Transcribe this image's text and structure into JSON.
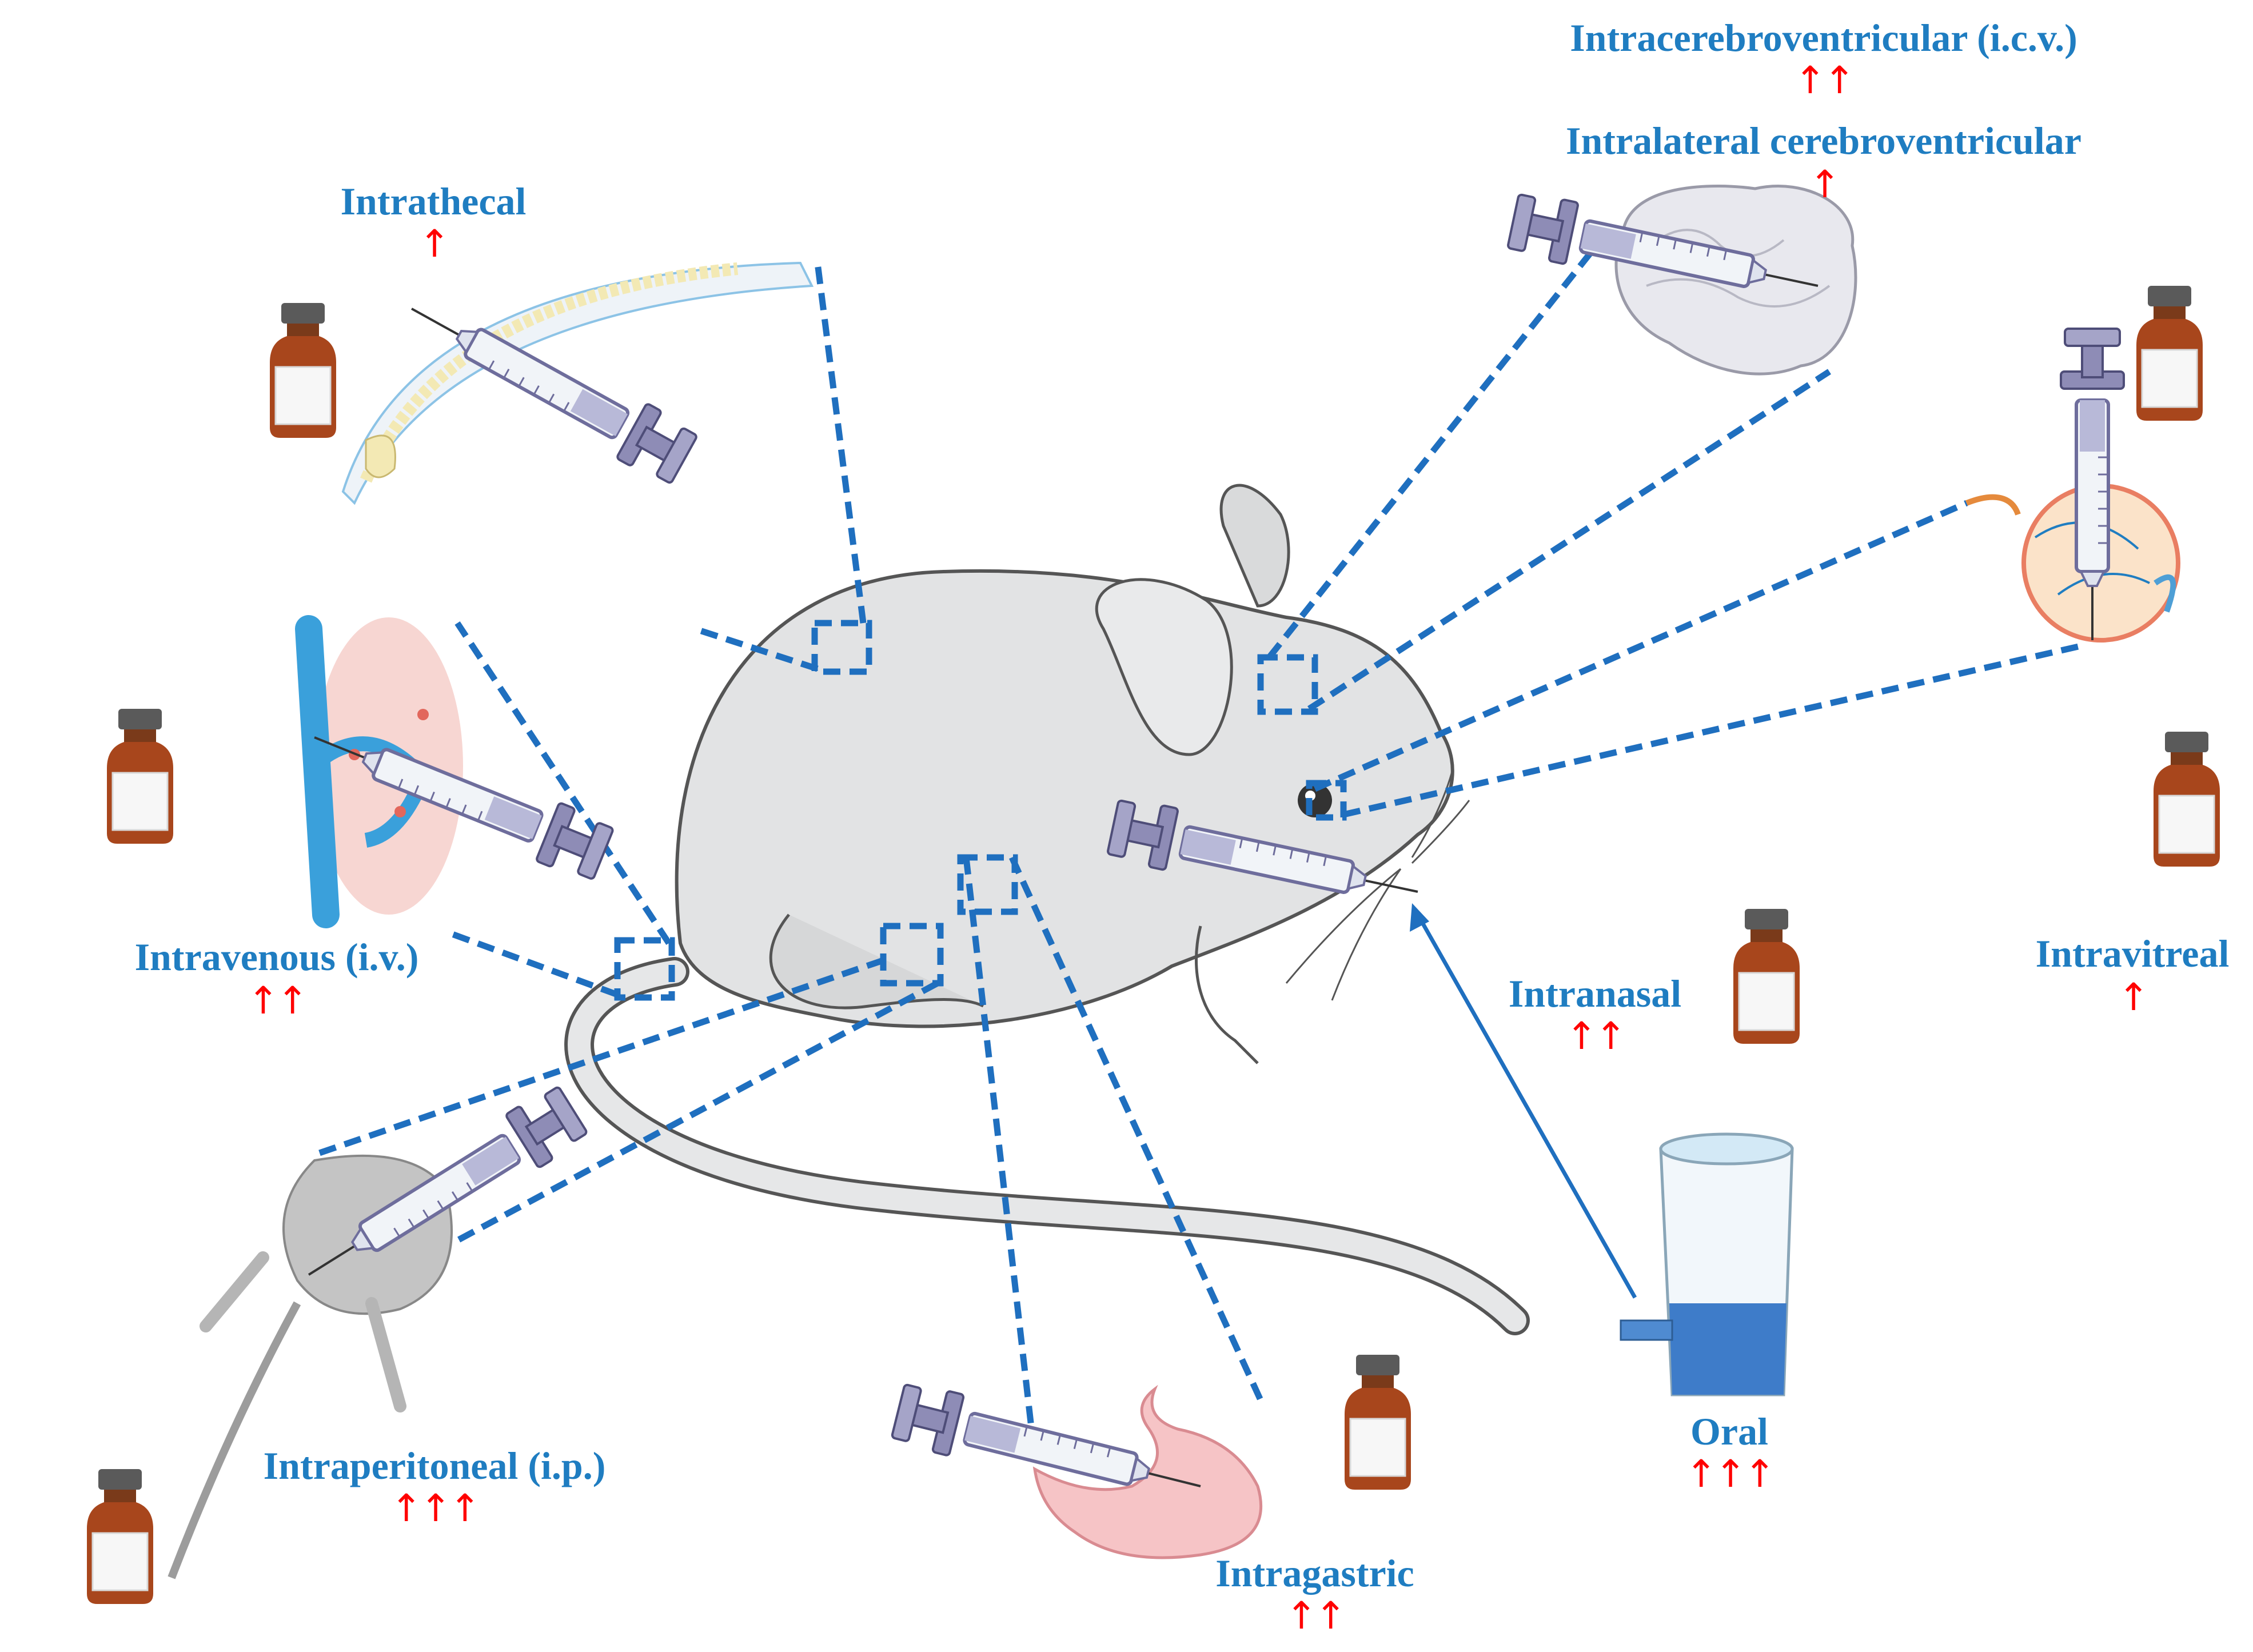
{
  "colors": {
    "label": "#1f7dc1",
    "arrow": "#ff0000",
    "connector": "#1f6fbf",
    "mouse_body": "#e2e3e4",
    "mouse_outline": "#555555",
    "vial_glass": "#a8461c",
    "vial_cap": "#5a5a5a",
    "syringe_barrel": "#f1f4f8",
    "syringe_plunger": "#6e6d9c"
  },
  "routes": [
    {
      "id": "icv",
      "name": "Intracerebroventricular (i.c.v.)",
      "arrows": "↑↑",
      "icon": "brain-icon"
    },
    {
      "id": "ilcv",
      "name": "Intralateral cerebroventricular",
      "arrows": "↑",
      "icon": "brain-icon"
    },
    {
      "id": "it",
      "name": "Intrathecal",
      "arrows": "↑",
      "icon": "spine-icon"
    },
    {
      "id": "iv",
      "name": "Intravenous (i.v.)",
      "arrows": "↑↑",
      "icon": "vein-icon"
    },
    {
      "id": "ivt",
      "name": "Intravitreal",
      "arrows": "↑",
      "icon": "eye-icon"
    },
    {
      "id": "in",
      "name": "Intranasal",
      "arrows": "↑↑",
      "icon": "nose-icon"
    },
    {
      "id": "ip",
      "name": "Intraperitoneal (i.p.)",
      "arrows": "↑↑↑",
      "icon": "peritoneum-icon"
    },
    {
      "id": "ig",
      "name": "Intragastric",
      "arrows": "↑↑",
      "icon": "stomach-icon"
    },
    {
      "id": "oral",
      "name": "Oral",
      "arrows": "↑↑↑",
      "icon": "beaker-icon"
    }
  ]
}
